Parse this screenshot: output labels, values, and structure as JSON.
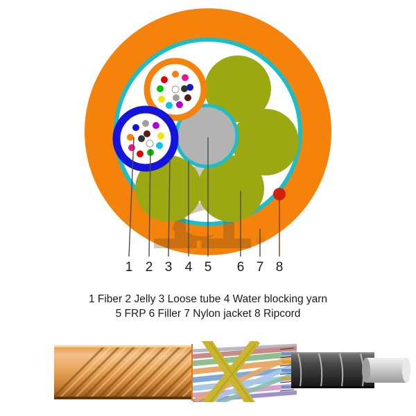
{
  "figure": {
    "title_alt": "Fiber optic cable cross-section diagram",
    "callout_numbers": [
      "1",
      "2",
      "3",
      "4",
      "5",
      "6",
      "7",
      "8"
    ],
    "legend_line_1": "1 Fiber   2 Jelly   3 Loose tube   4 Water blocking yarn",
    "legend_line_2": "5 FRP   6 Filler   7 Nylon jacket   8 Ripcord",
    "legend_items": [
      {
        "number": "1",
        "label": "Fiber"
      },
      {
        "number": "2",
        "label": "Jelly"
      },
      {
        "number": "3",
        "label": "Loose tube"
      },
      {
        "number": "4",
        "label": "Water blocking yarn"
      },
      {
        "number": "5",
        "label": "FRP"
      },
      {
        "number": "6",
        "label": "Filler"
      },
      {
        "number": "7",
        "label": "Nylon jacket"
      },
      {
        "number": "8",
        "label": "Ripcord"
      }
    ]
  },
  "colors": {
    "outer_jacket_orange": "#F5820A",
    "water_blocking_teal": "#19BEC8",
    "filler_olive": "#9CA811",
    "frp_gray": "#B3B3B3",
    "loose_tube_blue": "#1414DC",
    "loose_tube_orange": "#F5820A",
    "ripcord_red": "#D81E05",
    "jelly_white": "#FFFFFF",
    "leader_line": "#4D4D4D",
    "text": "#1A1A1A",
    "watermark": "#7A5A2E"
  },
  "fibers": {
    "tube_orange": {
      "ring_colors": [
        "#E8188C",
        "#F5820A",
        "#1414DC",
        "#333333",
        "#5C1A12",
        "#A0A0A0",
        "#B200D8",
        "#00C8E6",
        "#00C000",
        "#E00000",
        "#E8E800",
        "#FFFFFF"
      ],
      "center_color": "#FFFFFF",
      "count": 12
    },
    "tube_blue": {
      "ring_colors": [
        "#A0A0A0",
        "#B200D8",
        "#E8E800",
        "#00C8E6",
        "#00C000",
        "#E00000",
        "#E8188C",
        "#F5820A",
        "#1414DC",
        "#5C1A12",
        "#333333",
        "#FFFFFF"
      ],
      "center_color": "#FFFFFF",
      "count": 12
    }
  },
  "watermark": {
    "mark": "H",
    "registered": "®"
  },
  "photo": {
    "alt": "Photograph of stripped fiber optic cable showing orange jacket, colored loose tubes, yellow aramid yarn and gray central strength member",
    "jacket_color": "#E08A28",
    "aramid_color": "#C9B62E",
    "armor_color": "#4A4A4A",
    "tip_color": "#D8D8D8",
    "tube_colors": [
      "#8FBF8F",
      "#C98A8A",
      "#7FA8D8",
      "#D8A0C8",
      "#A8C8E8",
      "#E8A868",
      "#9F8FC8",
      "#88C0B0"
    ]
  }
}
